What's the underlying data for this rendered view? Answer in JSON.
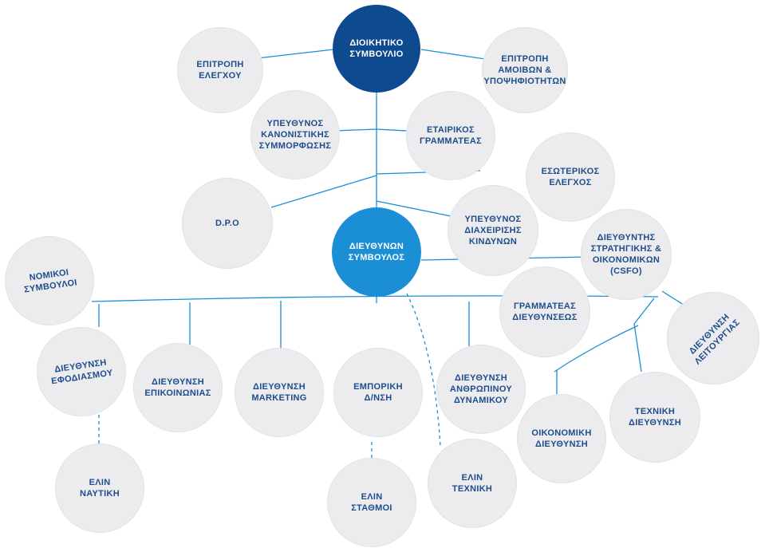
{
  "colors": {
    "line": "#1a8fd5",
    "dark_node": "#0d4a8f",
    "light_node": "#1a8fd5",
    "grey_node": "#ececee",
    "text": "#1d4d8c"
  },
  "nodes": {
    "board": "ΔΙΟΙΚΗΤΙΚΟ\nΣΥΜΒΟΥΛΙΟ",
    "audit_committee": "ΕΠΙΤΡΟΠΗ\nΕΛΕΓΧΟΥ",
    "remuneration_committee": "ΕΠΙΤΡΟΠΗ\nΑΜΟΙΒΩΝ &\nΥΠΟΨΗΦΙΟΤΗΤΩΝ",
    "compliance_officer": "ΥΠΕΥΘΥΝΟΣ\nΚΑΝΟΝΙΣΤΙΚΗΣ\nΣΥΜΜΟΡΦΩΣΗΣ",
    "corporate_secretary": "ΕΤΑΙΡΙΚΟΣ\nΓΡΑΜΜΑΤΕΑΣ",
    "internal_audit": "ΕΣΩΤΕΡΙΚΟΣ\nΕΛΕΓΧΟΣ",
    "dpo": "D.P.O",
    "risk_officer": "ΥΠΕΥΘΥΝΟΣ\nΔΙΑΧΕΙΡΙΣΗΣ\nΚΙΝΔΥΝΩΝ",
    "ceo": "ΔΙΕΥΘΥΝΩΝ\nΣΥΜΒΟΥΛΟΣ",
    "cfo": "ΔΙΕΥΘΥΝΤΗΣ\nΣΤΡΑΤΗΓΙΚΗΣ &\nΟΙΚΟΝΟΜΙΚΩΝ\n(CSFO)",
    "legal_advisors": "ΝΟΜΙΚΟΙ\nΣΥΜΒΟΥΛΟΙ",
    "management_secretary": "ΓΡΑΜΜΑΤΕΑΣ\nΔΙΕΥΘΥΝΣΕΩΣ",
    "operations": "ΔΙΕΥΘΥΝΣΗ\nΛΕΙΤΟΥΡΓΙΑΣ",
    "supply": "ΔΙΕΥΘΥΝΣΗ\nΕΦΟΔΙΑΣΜΟΥ",
    "communications": "ΔΙΕΥΘΥΝΣΗ\nΕΠΙΚΟΙΝΩΝΙΑΣ",
    "marketing": "ΔΙΕΥΘΥΝΣΗ\nMARKETING",
    "commercial": "ΕΜΠΟΡΙΚΗ\nΔ/ΝΣΗ",
    "hr": "ΔΙΕΥΘΥΝΣΗ\nΑΝΘΡΩΠΙΝΟΥ\nΔΥΝΑΜΙΚΟΥ",
    "financial": "ΟΙΚΟΝΟΜΙΚΗ\nΔΙΕΥΘΥΝΣΗ",
    "technical_dept": "ΤΕΧΝΙΚΗ\nΔΙΕΥΘΥΝΣΗ",
    "elin_naftiki": "ΕΛΙΝ\nΝΑΥΤΙΚΗ",
    "elin_stathmoi": "ΕΛΙΝ\nΣΤΑΘΜΟΙ",
    "elin_techniki": "ΕΛΙΝ\nΤΕΧΝΙΚΗ"
  }
}
